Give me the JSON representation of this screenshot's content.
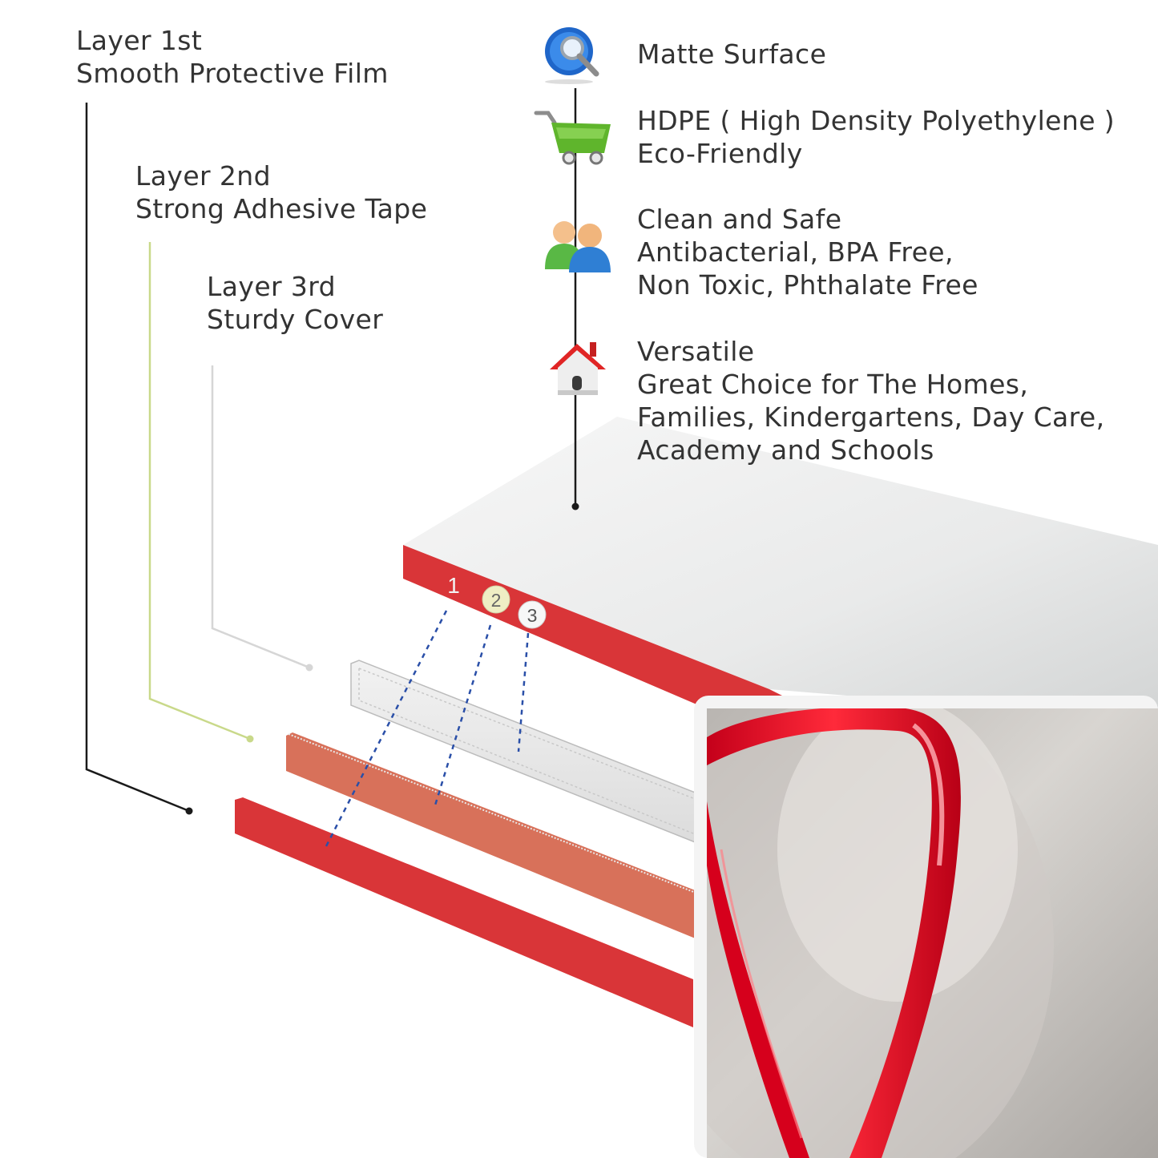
{
  "layers": [
    {
      "number_label": "1",
      "line1": "Layer 1st",
      "line2": "Smooth Protective Film",
      "color": "#d93538"
    },
    {
      "number_label": "2",
      "line1": "Layer 2nd",
      "line2": "Strong Adhesive Tape",
      "color": "#d8715a"
    },
    {
      "number_label": "3",
      "line1": "Layer 3rd",
      "line2": "Sturdy Cover",
      "color": "#e6e6e6"
    }
  ],
  "features": [
    {
      "icon": "magnifier-icon",
      "lines": [
        "Matte Surface"
      ]
    },
    {
      "icon": "shopping-cart-icon",
      "lines": [
        "HDPE ( High Density Polyethylene )",
        "Eco-Friendly"
      ]
    },
    {
      "icon": "users-icon",
      "lines": [
        "Clean and Safe",
        "Antibacterial, BPA Free,",
        "Non Toxic, Phthalate Free"
      ]
    },
    {
      "icon": "house-icon",
      "lines": [
        "Versatile",
        "Great Choice for The Homes,",
        "Families, Kindergartens, Day Care,",
        "Academy and Schools"
      ]
    }
  ],
  "colors": {
    "edge_red": "#d93538",
    "adhesive_orange": "#d8715a",
    "cover_gray": "#e6e6e6",
    "leader_layer1": "#1a1a1a",
    "leader_layer2": "#c9d98a",
    "leader_layer3": "#d6d6d6",
    "dotted_line": "#2a4fa8"
  }
}
